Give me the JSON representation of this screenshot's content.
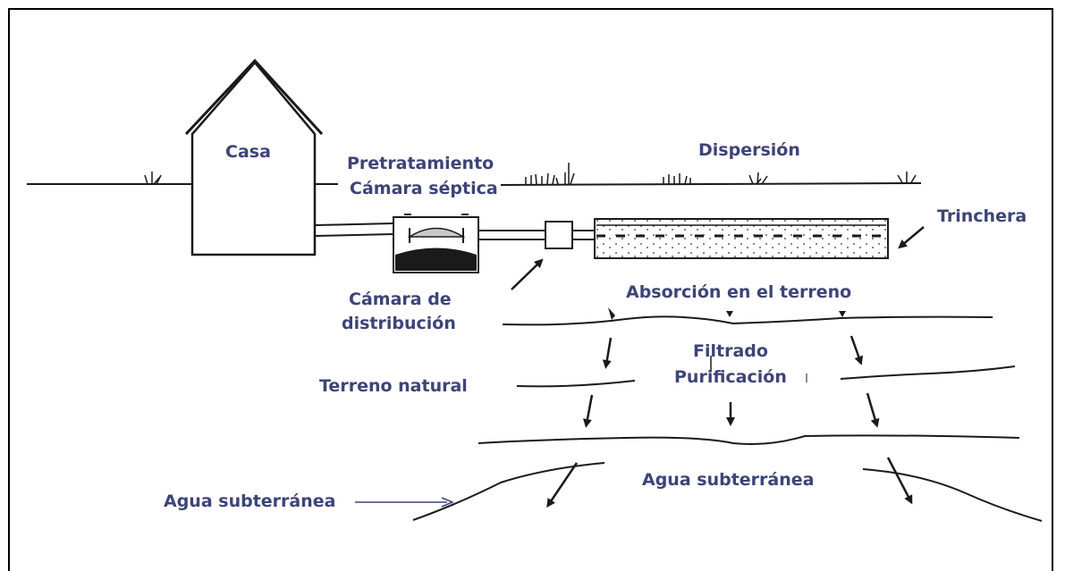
{
  "labels": {
    "casa": "Casa",
    "pretratamiento": "Pretratamiento",
    "camara_septica": "Cámara séptica",
    "dispersion": "Dispersión",
    "trinchera": "Trinchera",
    "camara_de": "Cámara de",
    "distribucion": "distribución",
    "absorcion": "Absorción en el terreno",
    "filtrado": "Filtrado",
    "purificacion": "Purificación",
    "terreno_natural": "Terreno natural",
    "agua_subterranea_left": "Agua subterránea",
    "agua_subterranea_center": "Agua subterránea"
  },
  "colors": {
    "ink": "#1a1a1a",
    "label": "#3d4478",
    "tank_fill": "#c8c8c8"
  }
}
